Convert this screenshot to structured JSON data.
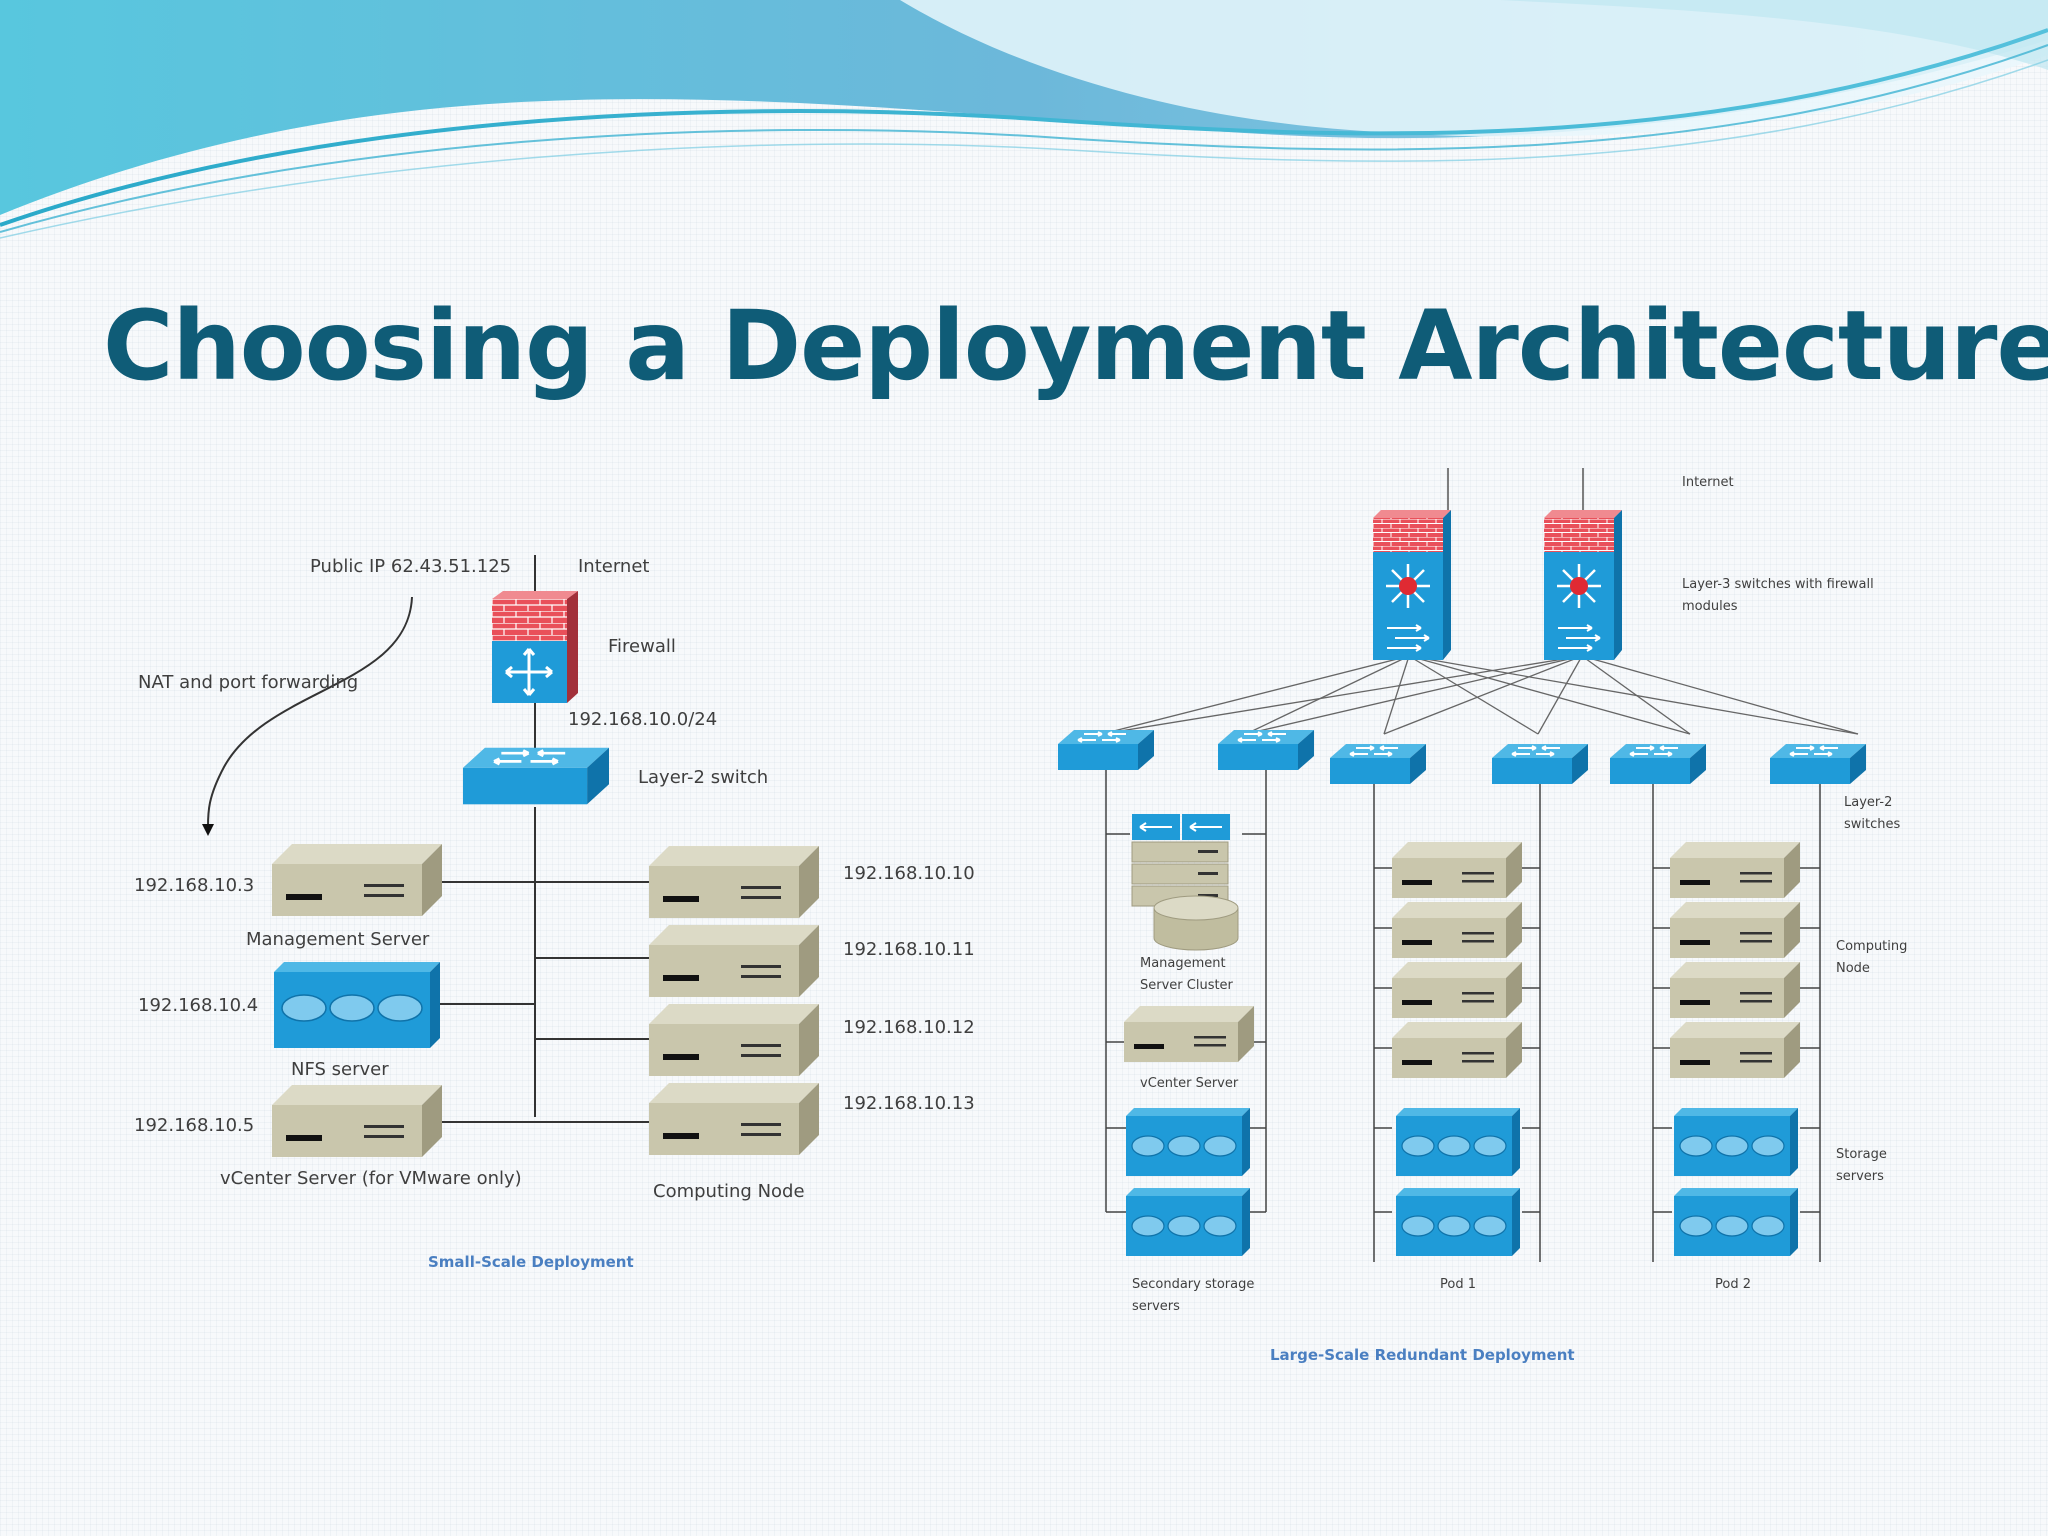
{
  "slide": {
    "title": "Choosing a Deployment Architecture",
    "title_color": "#0f5c77"
  },
  "small_scale": {
    "caption": "Small-Scale Deployment",
    "public_ip": "Public IP 62.43.51.125",
    "internet": "Internet",
    "firewall": "Firewall",
    "subnet": "192.168.10.0/24",
    "layer2_switch": "Layer-2 switch",
    "nat": "NAT and port forwarding",
    "management_ip": "192.168.10.3",
    "management_label": "Management Server",
    "nfs_ip": "192.168.10.4",
    "nfs_label": "NFS server",
    "vcenter_ip": "192.168.10.5",
    "vcenter_label": "vCenter Server (for VMware only)",
    "compute_ips": [
      "192.168.10.10",
      "192.168.10.11",
      "192.168.10.12",
      "192.168.10.13"
    ],
    "compute_label": "Computing Node"
  },
  "large_scale": {
    "caption": "Large-Scale Redundant Deployment",
    "internet": "Internet",
    "l3_label_1": "Layer-3 switches with firewall",
    "l3_label_2": "modules",
    "l2_label_1": "Layer-2",
    "l2_label_2": "switches",
    "compute_label_1": "Computing",
    "compute_label_2": "Node",
    "storage_label_1": "Storage",
    "storage_label_2": "servers",
    "mgmt_cluster_1": "Management",
    "mgmt_cluster_2": "Server Cluster",
    "vcenter": "vCenter Server",
    "secondary_1": "Secondary storage",
    "secondary_2": "servers",
    "pod1": "Pod 1",
    "pod2": "Pod 2"
  },
  "colors": {
    "switch_blue": "#1f9bd8",
    "firewall_red": "#e9505a",
    "server_beige": "#c9c6ac",
    "caption_blue": "#4a7fc1"
  },
  "icons": [
    "firewall-router-icon",
    "layer2-switch-icon",
    "layer3-switch-firewall-icon",
    "server-icon",
    "storage-array-icon",
    "database-icon"
  ]
}
